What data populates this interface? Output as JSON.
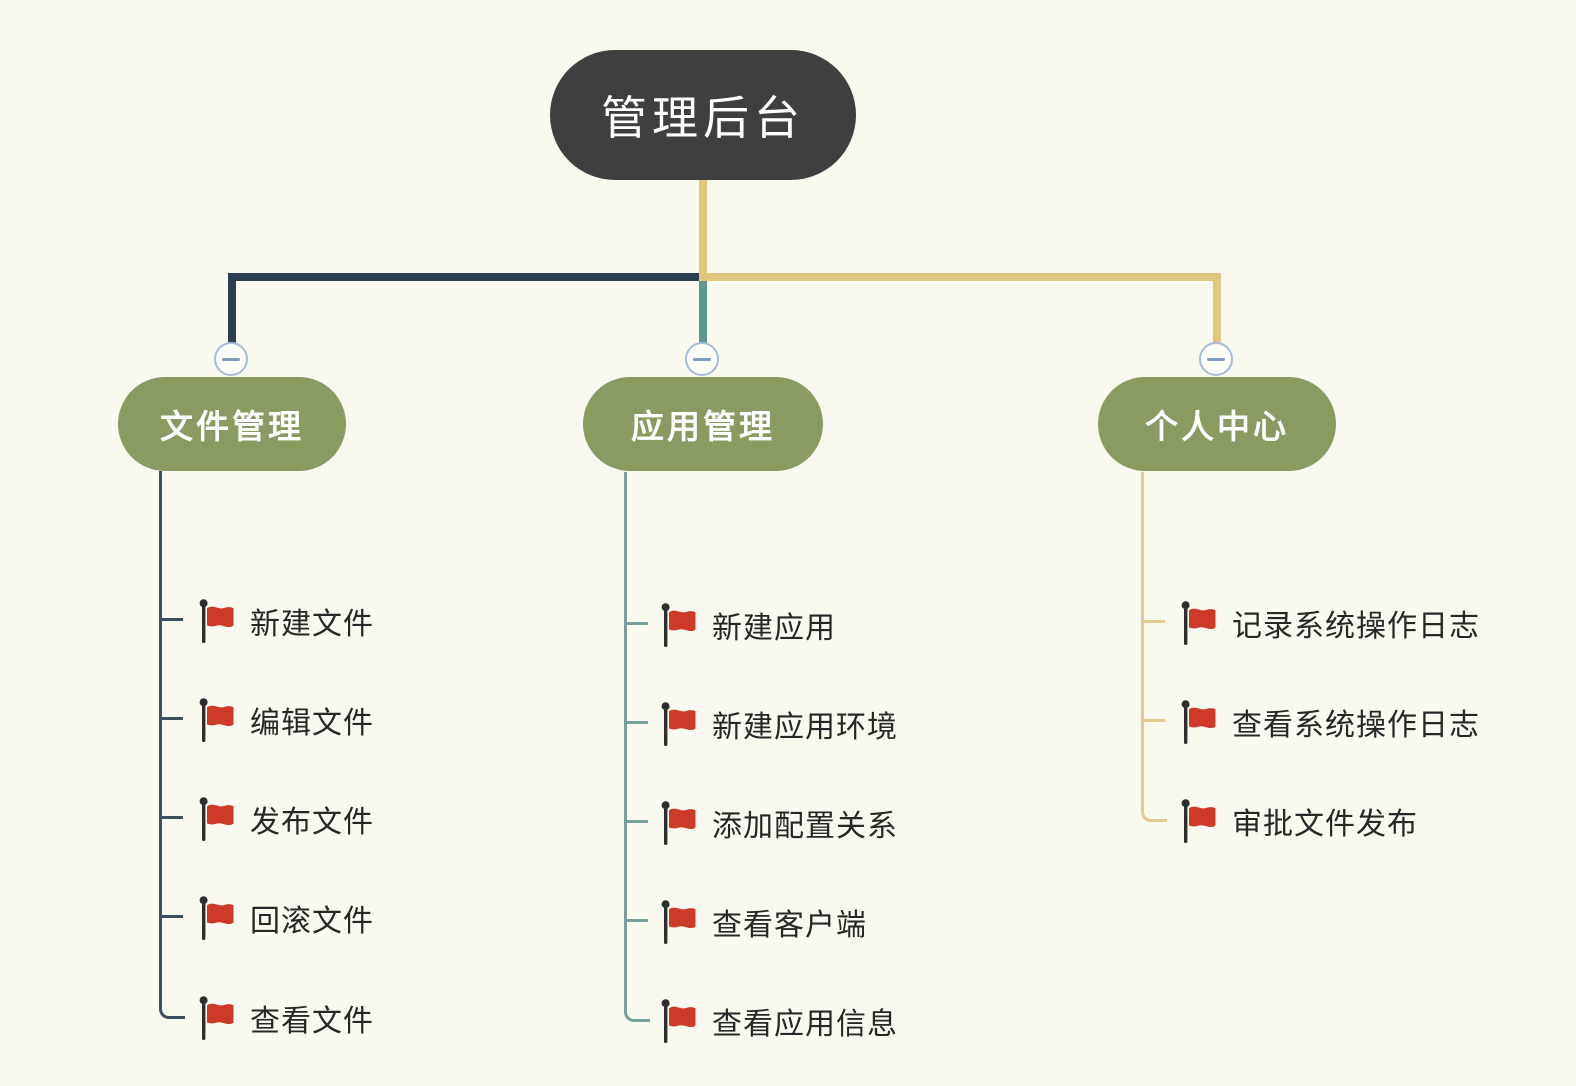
{
  "canvas": {
    "background": "#f9f9f0"
  },
  "root": {
    "label": "管理后台",
    "node_color": "#3e3f3f",
    "text_color": "#ffffff"
  },
  "branches": [
    {
      "label": "文件管理",
      "node_color": "#8a9b61",
      "branch_line_color": "#2e3f51",
      "subtree_line_color": "#3d4e5e",
      "collapse_icon": "minus",
      "items": [
        "新建文件",
        "编辑文件",
        "发布文件",
        "回滚文件",
        "查看文件"
      ]
    },
    {
      "label": "应用管理",
      "node_color": "#8a9b61",
      "branch_line_color": "#5f968f",
      "subtree_line_color": "#76a09b",
      "collapse_icon": "minus",
      "items": [
        "新建应用",
        "新建应用环境",
        "添加配置关系",
        "查看客户端",
        "查看应用信息"
      ]
    },
    {
      "label": "个人中心",
      "node_color": "#8a9b61",
      "branch_line_color": "#e3c67d",
      "subtree_line_color": "#e5ca90",
      "collapse_icon": "minus",
      "items": [
        "记录系统操作日志",
        "查看系统操作日志",
        "审批文件发布"
      ]
    }
  ],
  "icons": {
    "leaf_marker": "red-flag",
    "flag_color": "#cd3a28",
    "flag_pole_color": "#2e2e2e",
    "collapse_border_color": "#a6bcd8",
    "collapse_minus_color": "#7e9cc0"
  }
}
